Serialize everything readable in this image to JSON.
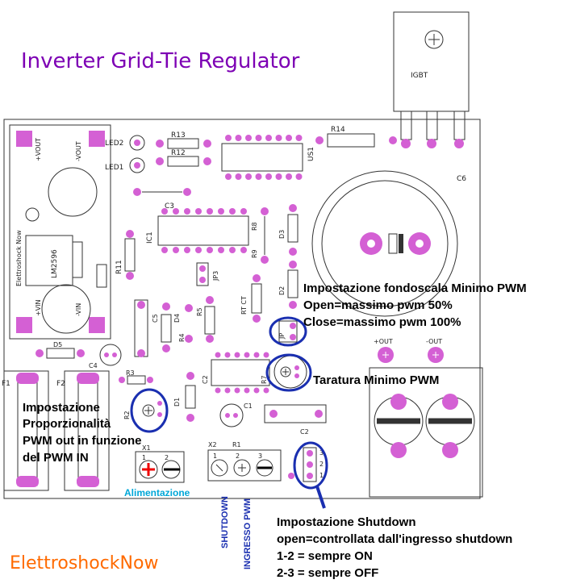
{
  "title": "Inverter Grid-Tie Regulator",
  "brand": "ElettroshockNow",
  "igbt_label": "IGBT",
  "component_labels": {
    "led2": "LED2",
    "led1": "LED1",
    "r13": "R13",
    "r12": "R12",
    "r14": "R14",
    "us1": "US1",
    "c6": "C6",
    "c3": "C3",
    "ic1": "IC1",
    "r8": "R8",
    "r9": "R9",
    "d3": "D3",
    "r11": "R11",
    "jp3": "JP3",
    "d2": "D2",
    "rt": "RT CT",
    "c5": "C5",
    "d4": "D4",
    "r5": "R5",
    "r4": "R4",
    "jp": "JP",
    "d5": "D5",
    "c4": "C4",
    "r3": "R3",
    "c2": "C2",
    "r7": "R7",
    "d1": "D1",
    "c1": "C1",
    "r2": "R2",
    "r1": "R1",
    "x1": "X1",
    "x2": "X2",
    "f1": "F1",
    "f2": "F2",
    "lm2596": "LM2596",
    "module_brand": "Elettroshock Now",
    "vout_pos": "+VOUT",
    "vout_neg": "-VOUT",
    "vin_pos": "+VIN",
    "vin_neg": "-VIN",
    "out_pos": "+OUT",
    "out_neg": "-OUT",
    "pin1": "1",
    "pin2": "2",
    "pin3": "3"
  },
  "annotations": {
    "fondoscala_title": "Impostazione fondoscala Minimo PWM",
    "fondoscala_open": "Open=massimo pwm 50%",
    "fondoscala_close": "Close=massimo pwm 100%",
    "taratura": "Taratura Minimo PWM",
    "prop_1": "Impostazione",
    "prop_2": "Proporzionalità",
    "prop_3": "PWM out in funzione",
    "prop_4": "del PWM IN",
    "shutdown_title": "Impostazione Shutdown",
    "shutdown_open": "open=controllata dall'ingresso shutdown",
    "shutdown_12": "1-2 = sempre ON",
    "shutdown_23": "2-3 = sempre OFF",
    "alimentazione": "Alimentazione",
    "shutdown_v": "SHUTDOWN",
    "ingresso_v": "INGRESSO PWM"
  },
  "colors": {
    "pad": "#d460d4",
    "title": "#7d00b4",
    "brand": "#ff6a00",
    "highlight": "#1a2fb0",
    "alimentazione": "#00a7d8"
  }
}
